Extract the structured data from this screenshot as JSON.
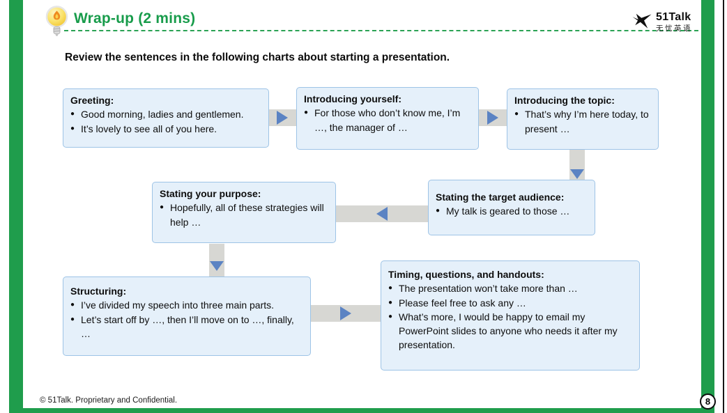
{
  "colors": {
    "accent_green": "#1f9d4c",
    "title_green": "#189c4b",
    "box_fill": "#e5f0fa",
    "box_border": "#9dc3e6",
    "arrow_blue": "#5b83c3",
    "band_gray": "#d7d7d3"
  },
  "header": {
    "title": "Wrap-up (2 mins)",
    "logo_name": "51Talk",
    "logo_tagline": "无忧英语"
  },
  "instruction": "Review the sentences in the following charts about starting a presentation.",
  "flowchart": {
    "boxes": [
      {
        "title": "Greeting:",
        "bullets": [
          "Good morning, ladies and gentlemen.",
          "It’s lovely to see all of you here."
        ]
      },
      {
        "title": "Introducing yourself:",
        "bullets": [
          "For those who don’t know me, I’m …, the manager of …"
        ]
      },
      {
        "title": "Introducing the topic:",
        "bullets": [
          "That’s why I’m here today, to present …"
        ]
      },
      {
        "title": "Stating your purpose:",
        "bullets": [
          "Hopefully, all of these strategies will help …"
        ]
      },
      {
        "title": "Stating the target audience:",
        "bullets": [
          "My talk is geared to those …"
        ]
      },
      {
        "title": "Structuring:",
        "bullets": [
          "I’ve divided my speech into three main parts.",
          "Let’s start off by …, then I’ll move on to …, finally, …"
        ]
      },
      {
        "title": "Timing, questions, and handouts:",
        "bullets": [
          "The presentation won’t take more than …",
          "Please feel free to ask any …",
          "What’s more, I would be happy to email my PowerPoint slides to anyone who needs it after my presentation."
        ]
      }
    ]
  },
  "footer": {
    "copyright": "© 51Talk. Proprietary and Confidential.",
    "page_number": "8"
  }
}
